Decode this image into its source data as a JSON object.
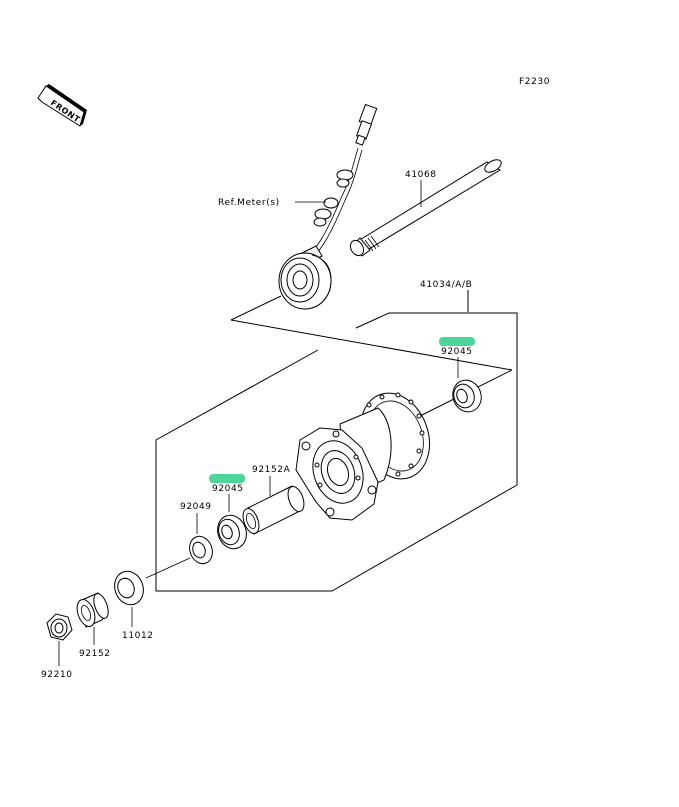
{
  "figure_code": "F2230",
  "front_label": "FRONT",
  "highlight_color": "#4cd69a",
  "labels": {
    "ref_meter": "Ref.Meter(s)",
    "axle": "41068",
    "hub": "41034/A/B",
    "bearing_right": "92045",
    "bearing_left": "92045",
    "collar": "92152A",
    "seal": "92049",
    "cover": "11012",
    "axle_collar": "92152",
    "nut": "92210"
  }
}
